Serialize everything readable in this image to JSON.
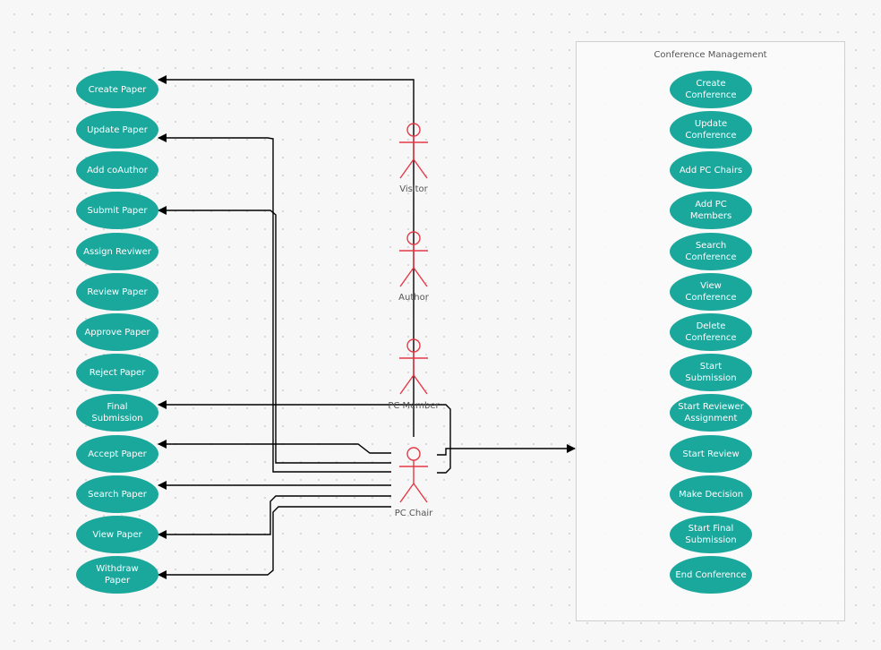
{
  "diagram": {
    "system_title": "Conference Management",
    "paper_use_cases": [
      "Create Paper",
      "Update Paper",
      "Add coAuthor",
      "Submit Paper",
      "Assign Reviwer",
      "Review Paper",
      "Approve Paper",
      "Reject Paper",
      "Final Submission",
      "Accept Paper",
      "Search Paper",
      "View Paper",
      "Withdraw Paper"
    ],
    "conference_use_cases": [
      "Create Conference",
      "Update Conference",
      "Add PC Chairs",
      "Add PC Members",
      "Search Conference",
      "View Conference",
      "Delete Conference",
      "Start Submission",
      "Start Reviewer Assignment",
      "Start Review",
      "Make Decision",
      "Start Final Submission",
      "End Conference"
    ],
    "actors": {
      "visitor": "Visitor",
      "author": "Author",
      "pc_member": "PC Member",
      "pc_chair": "PC Chair"
    },
    "colors": {
      "use_case": "#1aa79c",
      "actor": "#e53946",
      "connector": "#000000"
    }
  }
}
